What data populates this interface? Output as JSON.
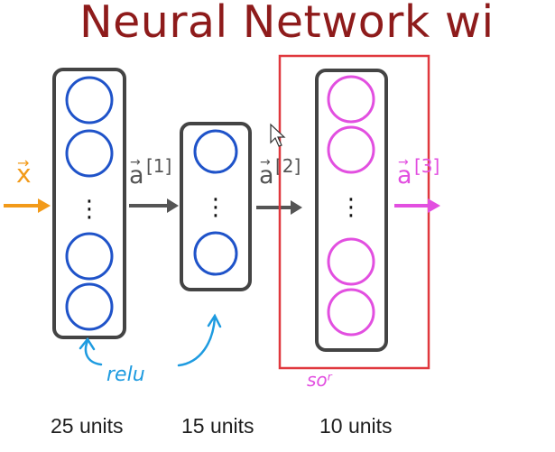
{
  "title": "Neural Network wi",
  "colors": {
    "title": "#8e1b1b",
    "input": "#f29a19",
    "layer_outline": "#444444",
    "hidden_neuron": "#1f53c9",
    "output_neuron": "#e24fe0",
    "arrow": "#555555",
    "annotation": "#1e9be0",
    "highlight_box": "#e0383e",
    "caption": "#1e1e1e"
  },
  "input": {
    "label": "x"
  },
  "activations": [
    {
      "label": "a",
      "superscript": "[1]"
    },
    {
      "label": "a",
      "superscript": "[2]"
    },
    {
      "label": "a",
      "superscript": "[3]"
    }
  ],
  "layers": [
    {
      "name": "layer-1",
      "units_caption": "25 units",
      "neurons_shown": 4
    },
    {
      "name": "layer-2",
      "units_caption": "15 units",
      "neurons_shown": 2
    },
    {
      "name": "layer-3",
      "units_caption": "10 units",
      "neurons_shown": 4
    }
  ],
  "ellipsis": "⋮",
  "annotations": {
    "relu": "relu",
    "softmax_partial": "soʳ"
  },
  "cursor_icon": "mouse-pointer-icon"
}
